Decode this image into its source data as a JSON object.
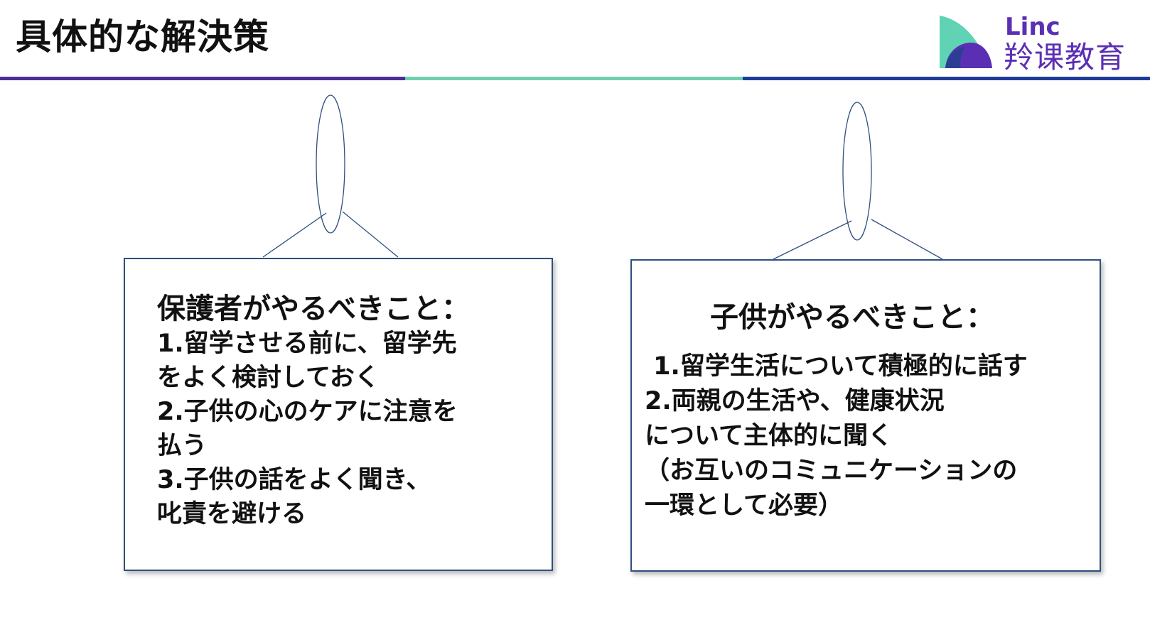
{
  "header": {
    "title": "具体的な解決策",
    "accent_colors": [
      "#4b2f97",
      "#6fd0b0",
      "#1f3b9a"
    ]
  },
  "logo": {
    "latin": "Linc",
    "cjk": "羚课教育",
    "colors": {
      "teal": "#5fd3b3",
      "purple": "#5b2fb3",
      "navy": "#2c3e94"
    }
  },
  "left_card": {
    "heading": "保護者がやるべきこと：",
    "lines": [
      "1.留学させる前に、留学先",
      "をよく検討しておく",
      "2.子供の心のケアに注意を",
      "払う",
      "3.子供の話をよく聞き、",
      "叱責を避ける"
    ]
  },
  "right_card": {
    "heading": "子供がやるべきこと：",
    "lines": [
      " 1.留学生活について積極的に話す",
      "2.両親の生活や、健康状況",
      "について主体的に聞く",
      "（お互いのコミュニケーションの",
      "一環として必要）"
    ]
  }
}
